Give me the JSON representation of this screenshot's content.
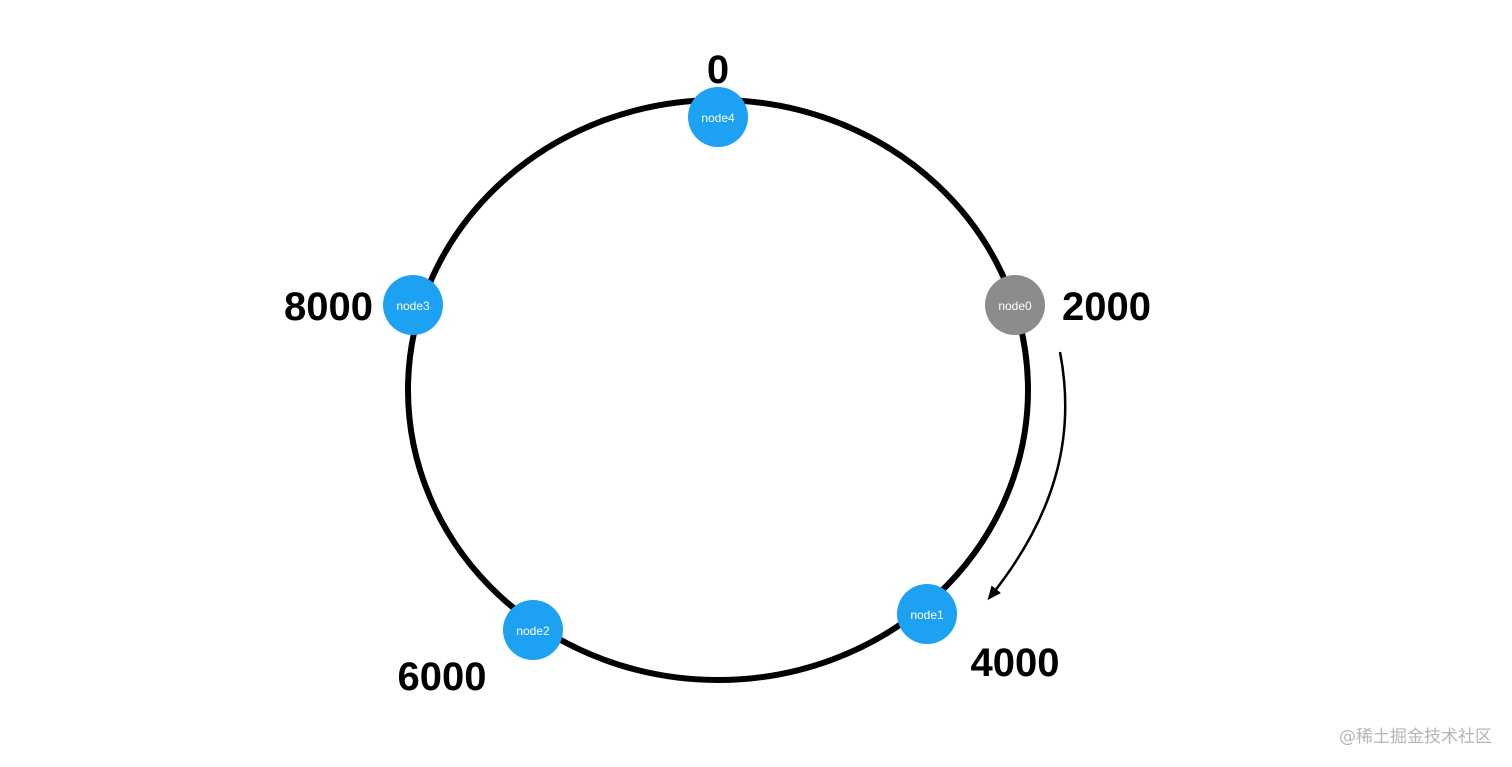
{
  "diagram": {
    "title": "",
    "nodes": [
      {
        "id": "node4",
        "label": "node4",
        "position_label": "0",
        "color": "#1da1f2",
        "status": "active"
      },
      {
        "id": "node0",
        "label": "node0",
        "position_label": "2000",
        "color": "#8c8c8c",
        "status": "removed"
      },
      {
        "id": "node1",
        "label": "node1",
        "position_label": "4000",
        "color": "#1da1f2",
        "status": "active"
      },
      {
        "id": "node2",
        "label": "node2",
        "position_label": "6000",
        "color": "#1da1f2",
        "status": "active"
      },
      {
        "id": "node3",
        "label": "node3",
        "position_label": "8000",
        "color": "#1da1f2",
        "status": "active"
      }
    ],
    "edges": [
      {
        "from": "node0",
        "to": "node1",
        "style": "curved-arrow",
        "direction": "clockwise"
      }
    ],
    "ring_color": "#000000"
  },
  "watermark": "@稀土掘金技术社区"
}
